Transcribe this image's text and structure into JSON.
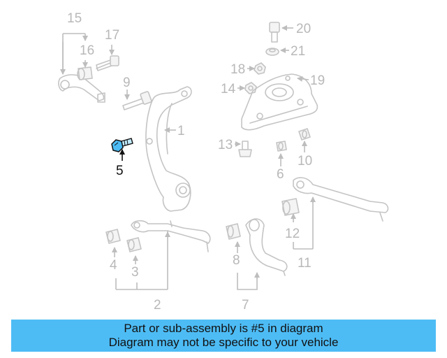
{
  "callouts": {
    "c1": "1",
    "c2": "2",
    "c3": "3",
    "c4": "4",
    "c5": "5",
    "c6": "6",
    "c7": "7",
    "c8": "8",
    "c9": "9",
    "c10": "10",
    "c11": "11",
    "c12": "12",
    "c13": "13",
    "c14": "14",
    "c15": "15",
    "c16": "16",
    "c17": "17",
    "c18": "18",
    "c19": "19",
    "c20": "20",
    "c21": "21"
  },
  "highlight": {
    "part": "5",
    "color": "#4dbcf5"
  },
  "banner": {
    "line1": "Part or sub-assembly is #5 in diagram",
    "line2": "Diagram may not be specific to your vehicle",
    "color": "#4dbcf5"
  }
}
